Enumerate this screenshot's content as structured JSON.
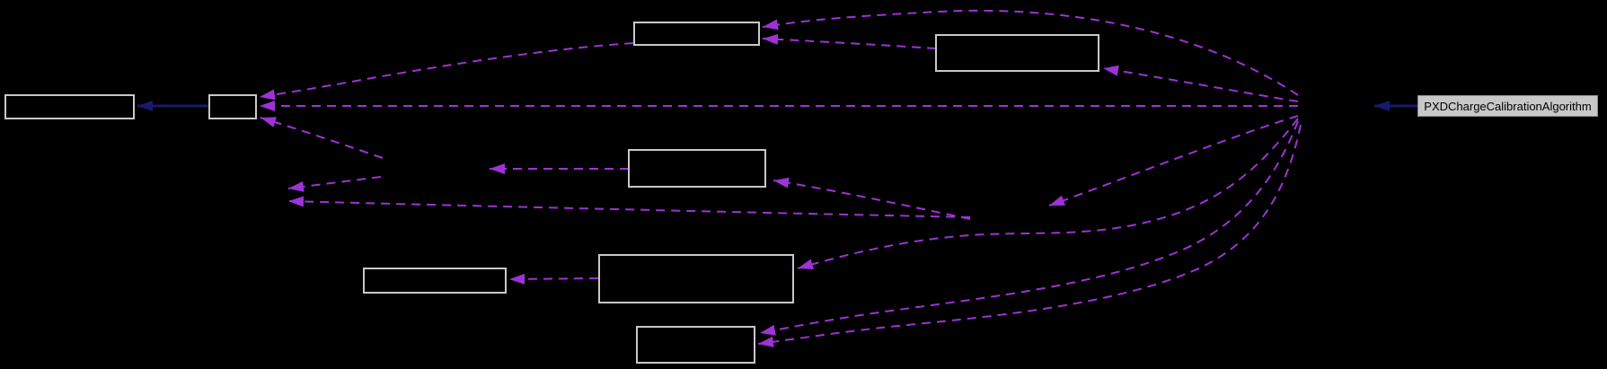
{
  "diagram": {
    "type": "doxygen-collaboration-graph",
    "background": "#000000",
    "main_node": {
      "label": "PXDChargeCalibrationAlgorithm"
    },
    "nodes": [
      {
        "id": "node-left",
        "label": ""
      },
      {
        "id": "node-left-small",
        "label": ""
      },
      {
        "id": "node-top",
        "label": ""
      },
      {
        "id": "node-top-right",
        "label": ""
      },
      {
        "id": "node-middle",
        "label": ""
      },
      {
        "id": "node-lower-left",
        "label": ""
      },
      {
        "id": "node-mid-lower",
        "label": ""
      },
      {
        "id": "node-bottom",
        "label": ""
      },
      {
        "id": "node-main-label",
        "label": "PXDChargeCalibrationAlgorithm"
      }
    ],
    "edges": [
      {
        "from": "node-main-label",
        "to": "hub-right",
        "style": "solid-inheritance"
      },
      {
        "from": "node-left-small",
        "to": "node-left",
        "style": "solid-inheritance"
      },
      {
        "from": "hub-right",
        "to": "node-top",
        "style": "dashed-usage"
      },
      {
        "from": "hub-right",
        "to": "node-top-right",
        "style": "dashed-usage"
      },
      {
        "from": "hub-right",
        "to": "node-left-small",
        "style": "dashed-usage"
      },
      {
        "from": "hub-right",
        "to": "hub-center-low",
        "style": "dashed-usage"
      },
      {
        "from": "hub-right",
        "to": "node-mid-lower",
        "style": "dashed-usage"
      },
      {
        "from": "hub-right",
        "to": "node-bottom",
        "style": "dashed-usage"
      },
      {
        "from": "hub-right",
        "to": "node-bottom",
        "style": "dashed-usage"
      },
      {
        "from": "node-top-right",
        "to": "node-top",
        "style": "dashed-usage"
      },
      {
        "from": "node-top",
        "to": "node-left-small",
        "style": "dashed-usage"
      },
      {
        "from": "node-middle",
        "to": "hub-center",
        "style": "dashed-usage"
      },
      {
        "from": "hub-center",
        "to": "node-left-small",
        "style": "dashed-usage"
      },
      {
        "from": "hub-center",
        "to": "hub-left-low",
        "style": "dashed-usage"
      },
      {
        "from": "hub-center-low",
        "to": "node-middle",
        "style": "dashed-usage"
      },
      {
        "from": "hub-center-low",
        "to": "hub-left-low",
        "style": "dashed-usage"
      },
      {
        "from": "node-mid-lower",
        "to": "node-lower-left",
        "style": "dashed-usage"
      }
    ],
    "colors": {
      "usage_edge": "#9d33d6",
      "inheritance_edge": "#191970",
      "node_border": "#c8c8c8",
      "labeled_node_fill": "#c8c8c8",
      "labeled_node_text": "#000000"
    }
  }
}
